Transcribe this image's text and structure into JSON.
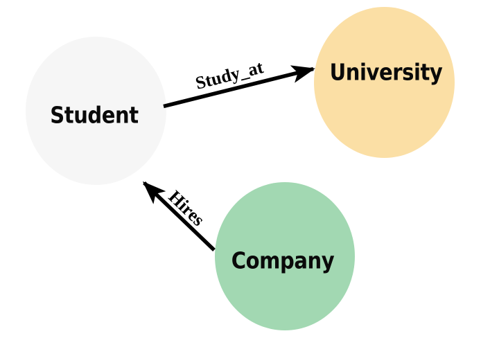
{
  "diagram": {
    "type": "entity-relationship-graph",
    "background": "#ffffff",
    "nodes": [
      {
        "id": "student",
        "label": "Student",
        "fill": "#f6f6f6",
        "shape": "circle"
      },
      {
        "id": "university",
        "label": "University",
        "fill": "#fbdfa5",
        "shape": "circle"
      },
      {
        "id": "company",
        "label": "Company",
        "fill": "#a2d8b2",
        "shape": "circle"
      }
    ],
    "edges": [
      {
        "id": "study-at",
        "label": "Study_at",
        "source": "Student",
        "target": "University",
        "color": "#000000",
        "style": "solid-arrow"
      },
      {
        "id": "hires",
        "label": "Hires",
        "source": "Company",
        "target": "Student",
        "color": "#000000",
        "style": "solid-arrow"
      }
    ],
    "label_color": "#000000"
  }
}
